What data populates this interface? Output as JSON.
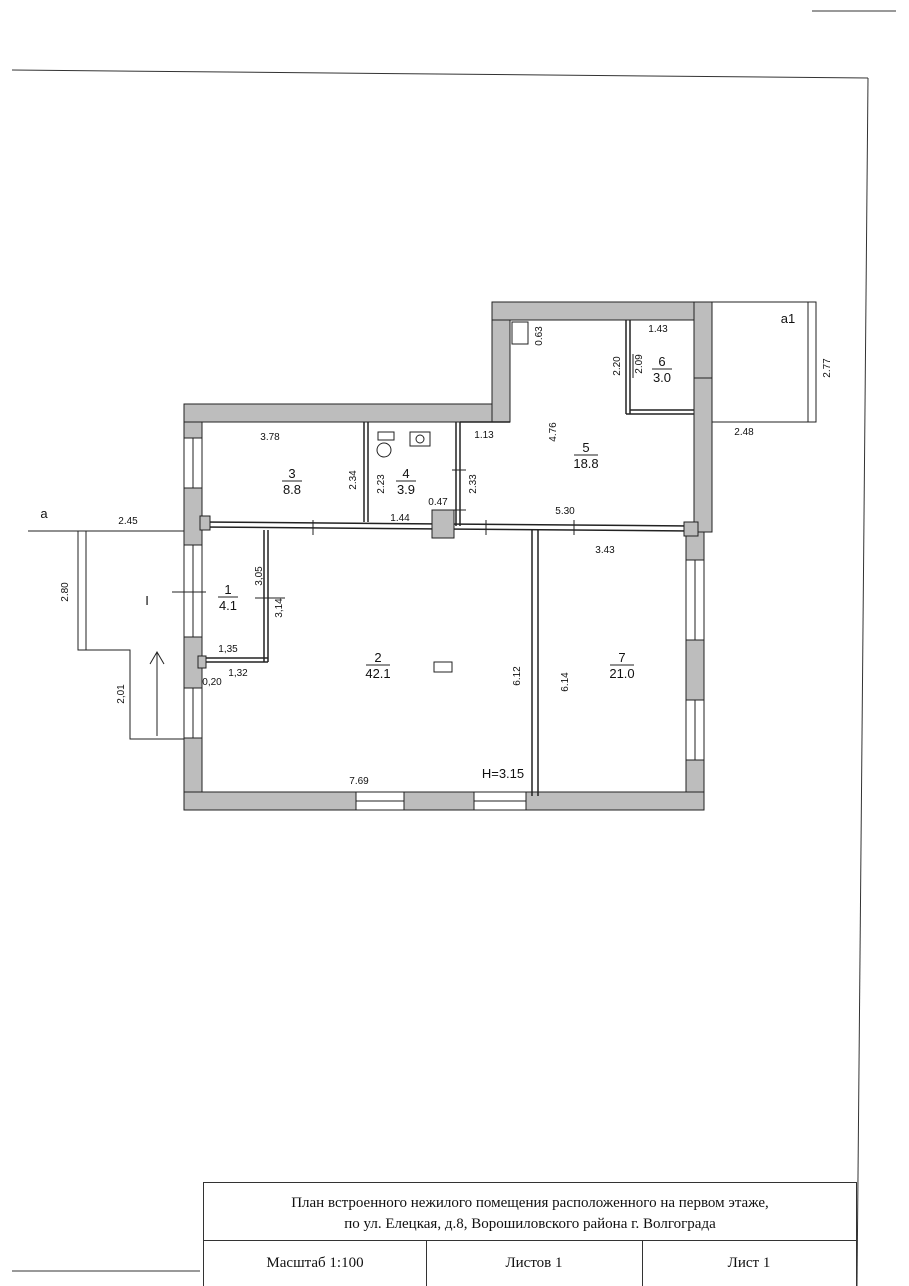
{
  "stamp": {
    "line1": "План встроенного нежилого помещения расположенного на первом этаже,",
    "line2": "по ул. Елецкая, д.8, Ворошиловского района г. Волгограда",
    "scale": "Масштаб 1:100",
    "sheets": "Листов 1",
    "sheet": "Лист 1"
  },
  "rooms": {
    "r1": {
      "num": "1",
      "area": "4.1"
    },
    "r2": {
      "num": "2",
      "area": "42.1"
    },
    "r3": {
      "num": "3",
      "area": "8.8"
    },
    "r4": {
      "num": "4",
      "area": "3.9"
    },
    "r5": {
      "num": "5",
      "area": "18.8"
    },
    "r6": {
      "num": "6",
      "area": "3.0"
    },
    "r7": {
      "num": "7",
      "area": "21.0"
    }
  },
  "labels": {
    "porch_main": "I",
    "porch_main_letter": "a",
    "porch_rear_letter": "a1",
    "height": "H=3.15"
  },
  "dims": {
    "d_378": "3.78",
    "d_234": "2.34",
    "d_223": "2.23",
    "d_113": "1.13",
    "d_233": "2.33",
    "d_476": "4.76",
    "d_063": "0.63",
    "d_143": "1.43",
    "d_220": "2.20",
    "d_209": "2.09",
    "d_277": "2.77",
    "d_248": "2.48",
    "d_047": "0.47",
    "d_144": "1.44",
    "d_530": "5.30",
    "d_343": "3.43",
    "d_245": "2.45",
    "d_280": "2.80",
    "d_305": "3,05",
    "d_314": "3,14",
    "d_135": "1,35",
    "d_132": "1,32",
    "d_020": "0,20",
    "d_201": "2,01",
    "d_612": "6.12",
    "d_614": "6.14",
    "d_769": "7.69"
  },
  "colors": {
    "wall": "#bdbdbd",
    "line": "#222222"
  }
}
